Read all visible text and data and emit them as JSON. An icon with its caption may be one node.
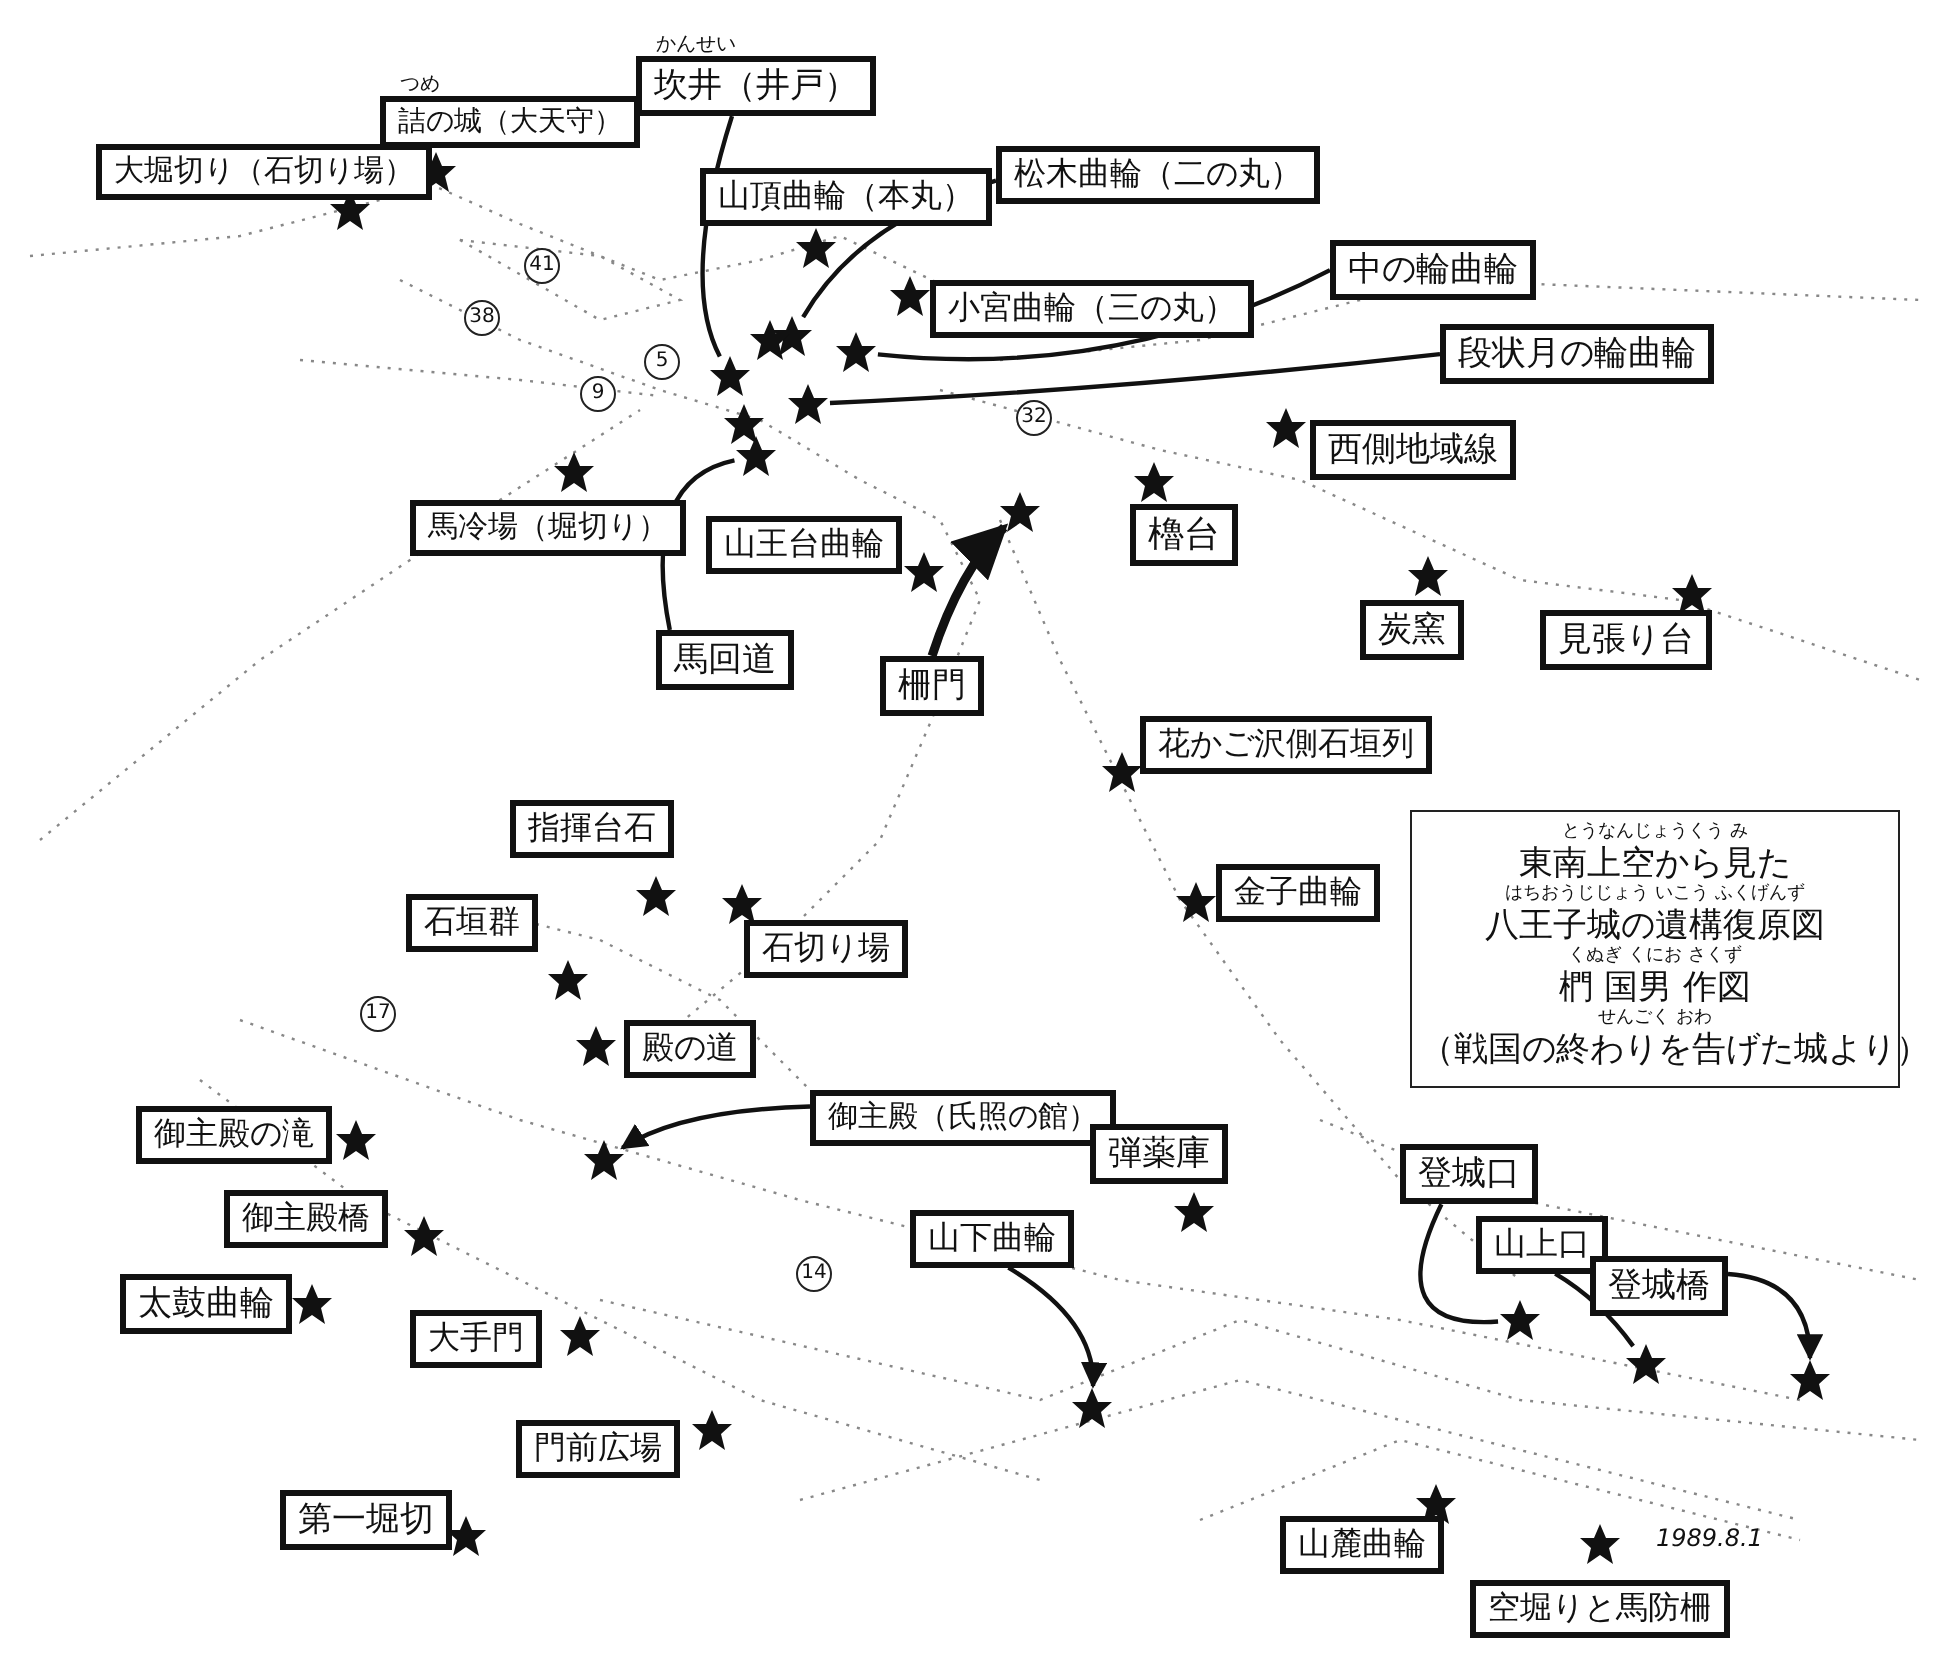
{
  "diagram": {
    "nodes": [
      {
        "text": [
          "大堀切り（石切り場）"
        ]
      },
      {
        "text": [
          "詰の城（大天守）"
        ],
        "beside": [
          "つめ"
        ]
      },
      {
        "text": [
          "坎井（井戸）"
        ],
        "beside": [
          "かんせい"
        ]
      },
      {
        "text": [
          "山頂曲輪（本丸）"
        ]
      },
      {
        "text": [
          "松木曲輪（二の丸）"
        ]
      },
      {
        "text": [
          "小宮曲輪（三の丸）"
        ]
      },
      {
        "text": [
          "中の輪曲輪"
        ]
      },
      {
        "text": [
          "段状月の輪曲輪"
        ]
      },
      {
        "text": [
          "西側地域線"
        ]
      },
      {
        "text": [
          "馬冷場（堀切り）"
        ]
      },
      {
        "text": [
          "山王台曲輪"
        ]
      },
      {
        "text": [
          "櫓台"
        ]
      },
      {
        "text": [
          "炭窯"
        ]
      },
      {
        "text": [
          "見張り台"
        ]
      },
      {
        "text": [
          "馬回道"
        ]
      },
      {
        "text": [
          "柵門"
        ]
      },
      {
        "text": [
          "花かご沢側石垣列"
        ]
      },
      {
        "text": [
          "金子曲輪"
        ]
      },
      {
        "text": [
          "指揮台石"
        ]
      },
      {
        "text": [
          "石垣群"
        ]
      },
      {
        "text": [
          "石切り場"
        ]
      },
      {
        "text": [
          "殿の道"
        ]
      },
      {
        "text": [
          "御主殿の滝"
        ]
      },
      {
        "text": [
          "御主殿（氏照の館）"
        ]
      },
      {
        "text": [
          "弾薬庫"
        ]
      },
      {
        "text": [
          "御主殿橋"
        ]
      },
      {
        "text": [
          "山下曲輪"
        ]
      },
      {
        "text": [
          "太鼓曲輪"
        ]
      },
      {
        "text": [
          "大手門"
        ]
      },
      {
        "text": [
          "門前広場"
        ]
      },
      {
        "text": [
          "第一堀切"
        ]
      },
      {
        "text": [
          "登城口"
        ]
      },
      {
        "text": [
          "山上口"
        ]
      },
      {
        "text": [
          "登城橋"
        ]
      },
      {
        "text": [
          "山麓曲輪"
        ]
      },
      {
        "text": [
          "空堀りと馬防柵"
        ]
      },
      {
        "text": [
          "とうなんじょうくう み",
          "東南上空から見た",
          "はちおうじじょう いこう ふくげんず",
          "八王子城の遺構復原図",
          "くぬぎ くにお さくず",
          "椚 国男 作図",
          "せんごく おわ",
          "（戦国の終わりを告げた城より）"
        ]
      },
      {
        "text": [],
        "shape": "star"
      },
      {
        "text": [],
        "shape": "star"
      },
      {
        "text": [],
        "shape": "star"
      },
      {
        "text": [],
        "shape": "star"
      },
      {
        "text": [],
        "shape": "star"
      },
      {
        "text": [],
        "shape": "star"
      },
      {
        "text": [],
        "shape": "star"
      },
      {
        "text": [],
        "shape": "star"
      },
      {
        "text": [],
        "shape": "star"
      },
      {
        "text": [],
        "shape": "star"
      },
      {
        "text": [],
        "shape": "star"
      }
    ],
    "edges": [
      {
        "from": 2,
        "to": 37,
        "arrow": "none"
      },
      {
        "from": 4,
        "to": 38,
        "arrow": "none"
      },
      {
        "from": 6,
        "to": 39,
        "arrow": "none"
      },
      {
        "from": 7,
        "to": 40,
        "arrow": "none"
      },
      {
        "from": 14,
        "to": 41,
        "arrow": "none"
      },
      {
        "from": 15,
        "to": 42,
        "arrow": "to",
        "style": "thick"
      },
      {
        "from": 23,
        "to": 43,
        "arrow": "to"
      },
      {
        "from": 26,
        "to": 44,
        "arrow": "to"
      },
      {
        "from": 31,
        "to": 45,
        "arrow": "none"
      },
      {
        "from": 32,
        "to": 46,
        "arrow": "none"
      },
      {
        "from": 33,
        "to": 47,
        "arrow": "to"
      }
    ],
    "labels": [
      "41",
      "38",
      "5",
      "9",
      "32",
      "17",
      "14",
      "1989.8.1"
    ]
  }
}
